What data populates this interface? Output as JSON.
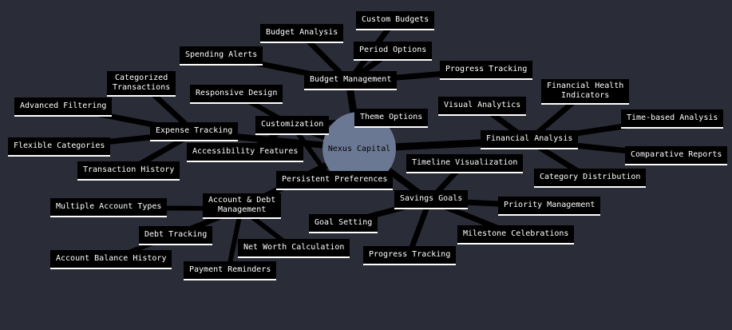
{
  "root": {
    "label": "Nexus Capital"
  },
  "branches": {
    "budget_management": {
      "label": "Budget Management",
      "children": {
        "budget_analysis": "Budget Analysis",
        "custom_budgets": "Custom Budgets",
        "period_options": "Period Options",
        "spending_alerts": "Spending Alerts",
        "progress_tracking": "Progress Tracking"
      }
    },
    "customization": {
      "label": "Customization",
      "children": {
        "responsive_design": "Responsive Design",
        "theme_options": "Theme Options",
        "accessibility_features": "Accessibility Features",
        "persistent_preferences": "Persistent Preferences"
      }
    },
    "expense_tracking": {
      "label": "Expense Tracking",
      "children": {
        "categorized_transactions": "Categorized\nTransactions",
        "advanced_filtering": "Advanced Filtering",
        "flexible_categories": "Flexible Categories",
        "transaction_history": "Transaction History"
      }
    },
    "financial_analysis": {
      "label": "Financial Analysis",
      "children": {
        "visual_analytics": "Visual Analytics",
        "financial_health_indicators": "Financial Health\nIndicators",
        "time_based_analysis": "Time-based Analysis",
        "comparative_reports": "Comparative Reports",
        "category_distribution": "Category Distribution"
      }
    },
    "savings_goals": {
      "label": "Savings Goals",
      "children": {
        "timeline_visualization": "Timeline Visualization",
        "goal_setting": "Goal Setting",
        "priority_management": "Priority Management",
        "milestone_celebrations": "Milestone Celebrations",
        "progress_tracking": "Progress Tracking"
      }
    },
    "account_debt_management": {
      "label": "Account & Debt\nManagement",
      "children": {
        "multiple_account_types": "Multiple Account Types",
        "debt_tracking": "Debt Tracking",
        "account_balance_history": "Account Balance History",
        "net_worth_calculation": "Net Worth Calculation",
        "payment_reminders": "Payment Reminders"
      }
    }
  },
  "colors": {
    "background": "#2a2d37",
    "node": "#000000",
    "edge": "#000000",
    "root_fill": "#6b7893"
  }
}
